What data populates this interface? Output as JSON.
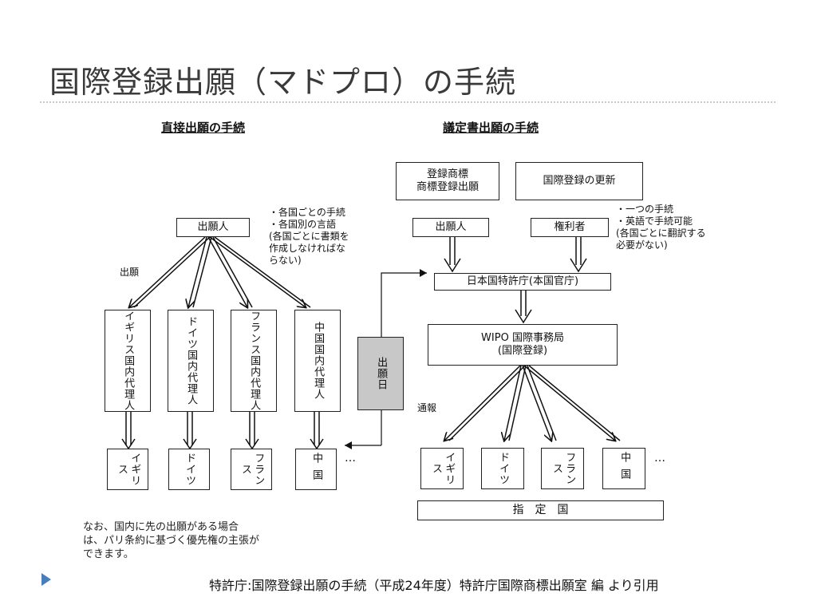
{
  "slide": {
    "title": "国際登録出願（マドプロ）の手続",
    "citation": "特許庁:国際登録出願の手続（平成24年度）特許庁国際商標出願室  編  より引用"
  },
  "direct": {
    "heading": "直接出願の手続",
    "applicant": "出願人",
    "notes": "・各国ごとの手続\n・各国別の言語\n(各国ごとに書類を\n作成しなければな\nらない)",
    "arrow_label": "出願",
    "agents": [
      "イギリス国内代理人",
      "ドイツ国内代理人",
      "フランス国内代理人",
      "中国国内代理人"
    ],
    "countries": [
      "イギリス",
      "ドイツ",
      "フランス",
      "中国"
    ],
    "ellipsis": "…",
    "priority_note": "なお、国内に先の出願がある場合\nは、パリ条約に基づく優先権の主張が\nできます。"
  },
  "protocol": {
    "heading": "議定書出願の手続",
    "registration_box": "登録商標\n商標登録出願",
    "renewal_box": "国際登録の更新",
    "applicant": "出願人",
    "holder": "権利者",
    "notes": "・一つの手続\n・英語で手続可能\n(各国ごとに翻訳する\n必要がない)",
    "office": "日本国特許庁(本国官庁)",
    "wipo": "WIPO 国際事務局\n(国際登録)",
    "notify_label": "通報",
    "countries": [
      "イギリス",
      "ドイツ",
      "フランス",
      "中国"
    ],
    "ellipsis": "…",
    "designated": "指　定　国"
  },
  "filing_date": "出願日",
  "colors": {
    "filing_date_fill": "#c8c8c8",
    "bullet": "#4a7ebb"
  }
}
